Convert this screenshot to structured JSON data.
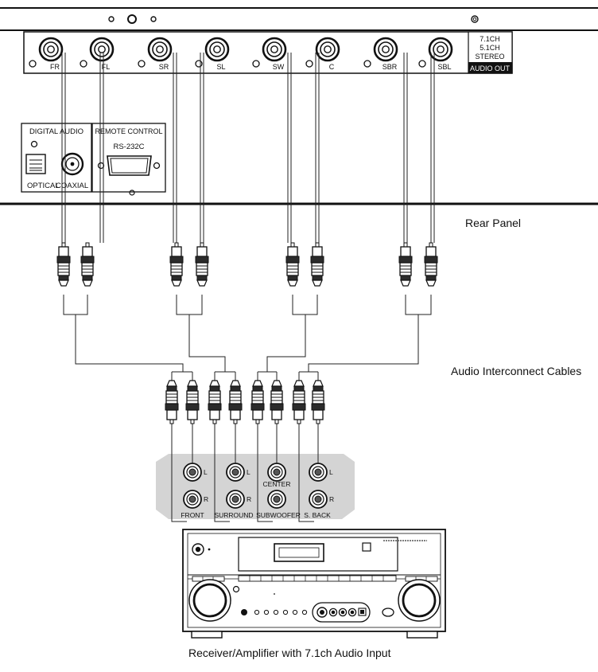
{
  "rear_panel": {
    "jacks": [
      "FR",
      "FL",
      "SR",
      "SL",
      "SW",
      "C",
      "SBR",
      "SBL"
    ],
    "mode_lines": [
      "7.1CH",
      "5.1CH",
      "STEREO"
    ],
    "audio_out_label": "AUDIO OUT",
    "digital_audio_label": "DIGITAL AUDIO",
    "optical_label": "OPTICAL",
    "coaxial_label": "COAXIAL",
    "remote_control_label": "REMOTE CONTROL",
    "rs232_label": "RS-232C"
  },
  "callouts": {
    "rear_panel": "Rear Panel",
    "cables": "Audio Interconnect Cables",
    "receiver": "Receiver/Amplifier with 7.1ch Audio Input"
  },
  "receiver_inputs": {
    "L": "L",
    "R": "R",
    "center": "CENTER",
    "front": "FRONT",
    "surround": "SURROUND",
    "subwoofer": "SUBWOOFER",
    "s_back": "S. BACK"
  }
}
